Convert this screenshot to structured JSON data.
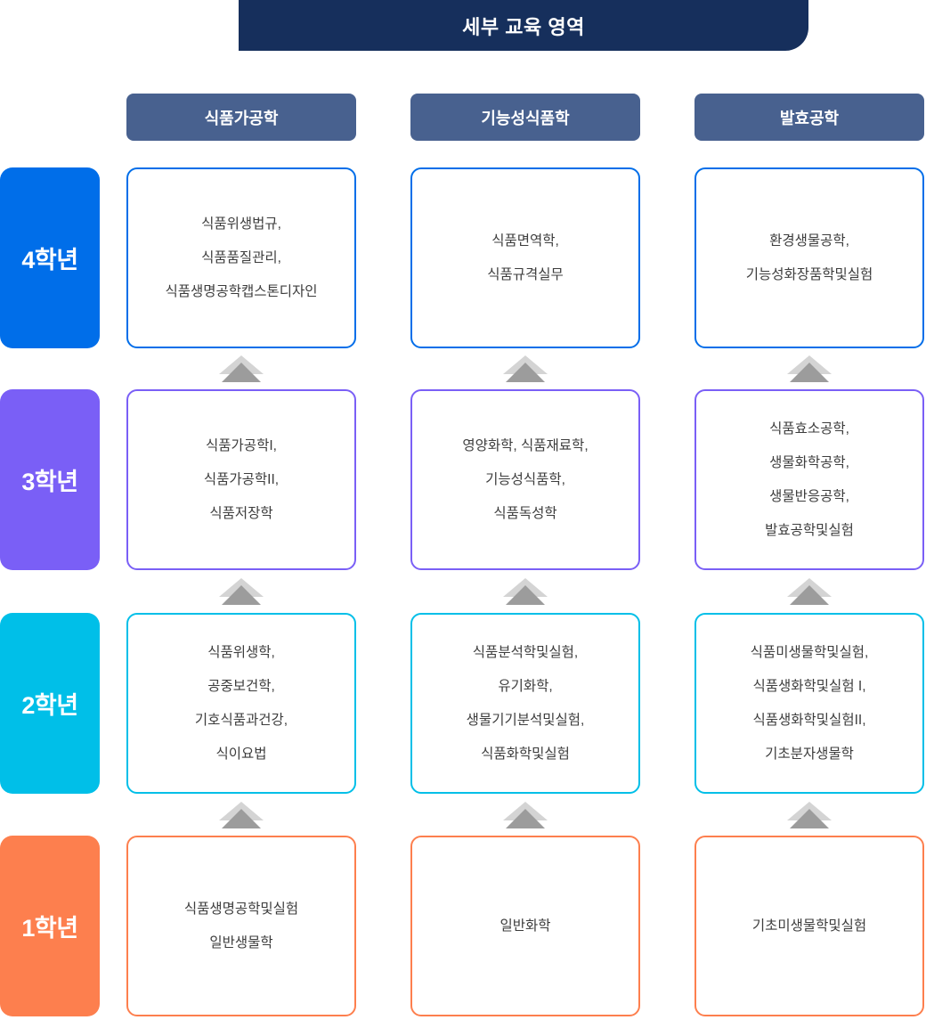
{
  "title": "세부 교육 영역",
  "columns": [
    "식품가공학",
    "기능성식품학",
    "발효공학"
  ],
  "colors": {
    "banner_bg": "#162f5c",
    "column_header_bg": "#48618f",
    "arrow_light": "#d4d4d4",
    "arrow_dark": "#9c9c9c",
    "box_text": "#3d3d3d",
    "text_white": "#ffffff"
  },
  "rows": [
    {
      "year": "4학년",
      "color": "#006ee9",
      "cells": [
        [
          "식품위생법규,",
          "식품품질관리,",
          "식품생명공학캡스톤디자인"
        ],
        [
          "식품면역학,",
          "식품규격실무"
        ],
        [
          "환경생물공학,",
          "기능성화장품학및실험"
        ]
      ]
    },
    {
      "year": "3학년",
      "color": "#7a5ff6",
      "cells": [
        [
          "식품가공학I,",
          "식품가공학II,",
          "식품저장학"
        ],
        [
          "영양화학, 식품재료학,",
          "기능성식품학,",
          "식품독성학"
        ],
        [
          "식품효소공학,",
          "생물화학공학,",
          "생물반응공학,",
          "발효공학및실험"
        ]
      ]
    },
    {
      "year": "2학년",
      "color": "#00bfe8",
      "cells": [
        [
          "식품위생학,",
          "공중보건학,",
          "기호식품과건강,",
          "식이요법"
        ],
        [
          "식품분석학및실험,",
          "유기화학,",
          "생물기기분석및실험,",
          "식품화학및실험"
        ],
        [
          "식품미생물학및실험,",
          "식품생화학및실험 I,",
          "식품생화학및실험II,",
          "기초분자생물학"
        ]
      ]
    },
    {
      "year": "1학년",
      "color": "#fd7f4e",
      "cells": [
        [
          "식품생명공학및실험",
          "일반생물학"
        ],
        [
          "일반화학"
        ],
        [
          "기초미생물학및실험"
        ]
      ]
    }
  ]
}
